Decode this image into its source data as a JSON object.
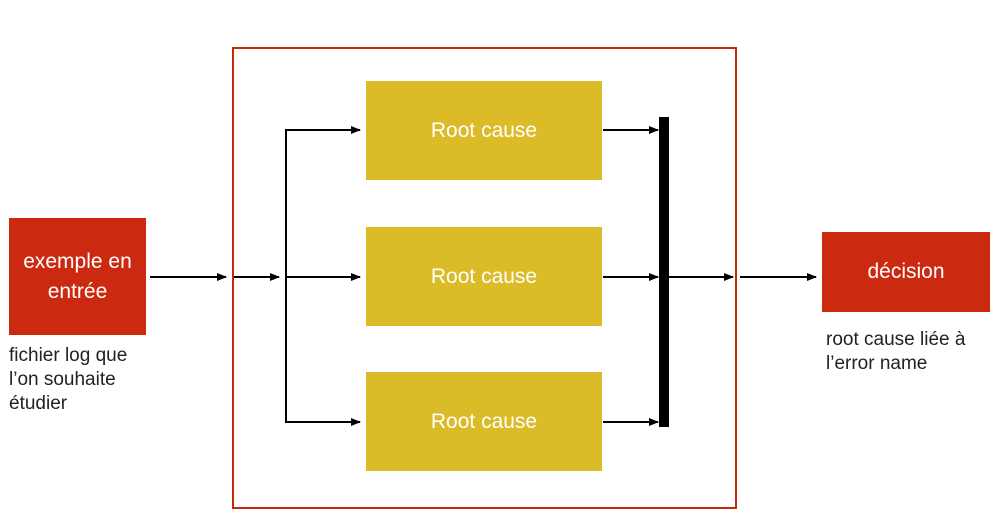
{
  "colors": {
    "input_node": "#cc2a10",
    "output_node": "#cc2a10",
    "frame": "#c8280a",
    "root_cause_node": "#dbbb28",
    "aggregator_bar": "#000000",
    "arrow": "#000000"
  },
  "input_node": {
    "label": "exemple en\nentrée",
    "caption": "fichier log que\nl’on souhaite\nétudier"
  },
  "root_causes": [
    {
      "label": "Root cause"
    },
    {
      "label": "Root cause"
    },
    {
      "label": "Root cause"
    }
  ],
  "output_node": {
    "label": "décision",
    "caption": "root cause liée à\nl’error name"
  }
}
